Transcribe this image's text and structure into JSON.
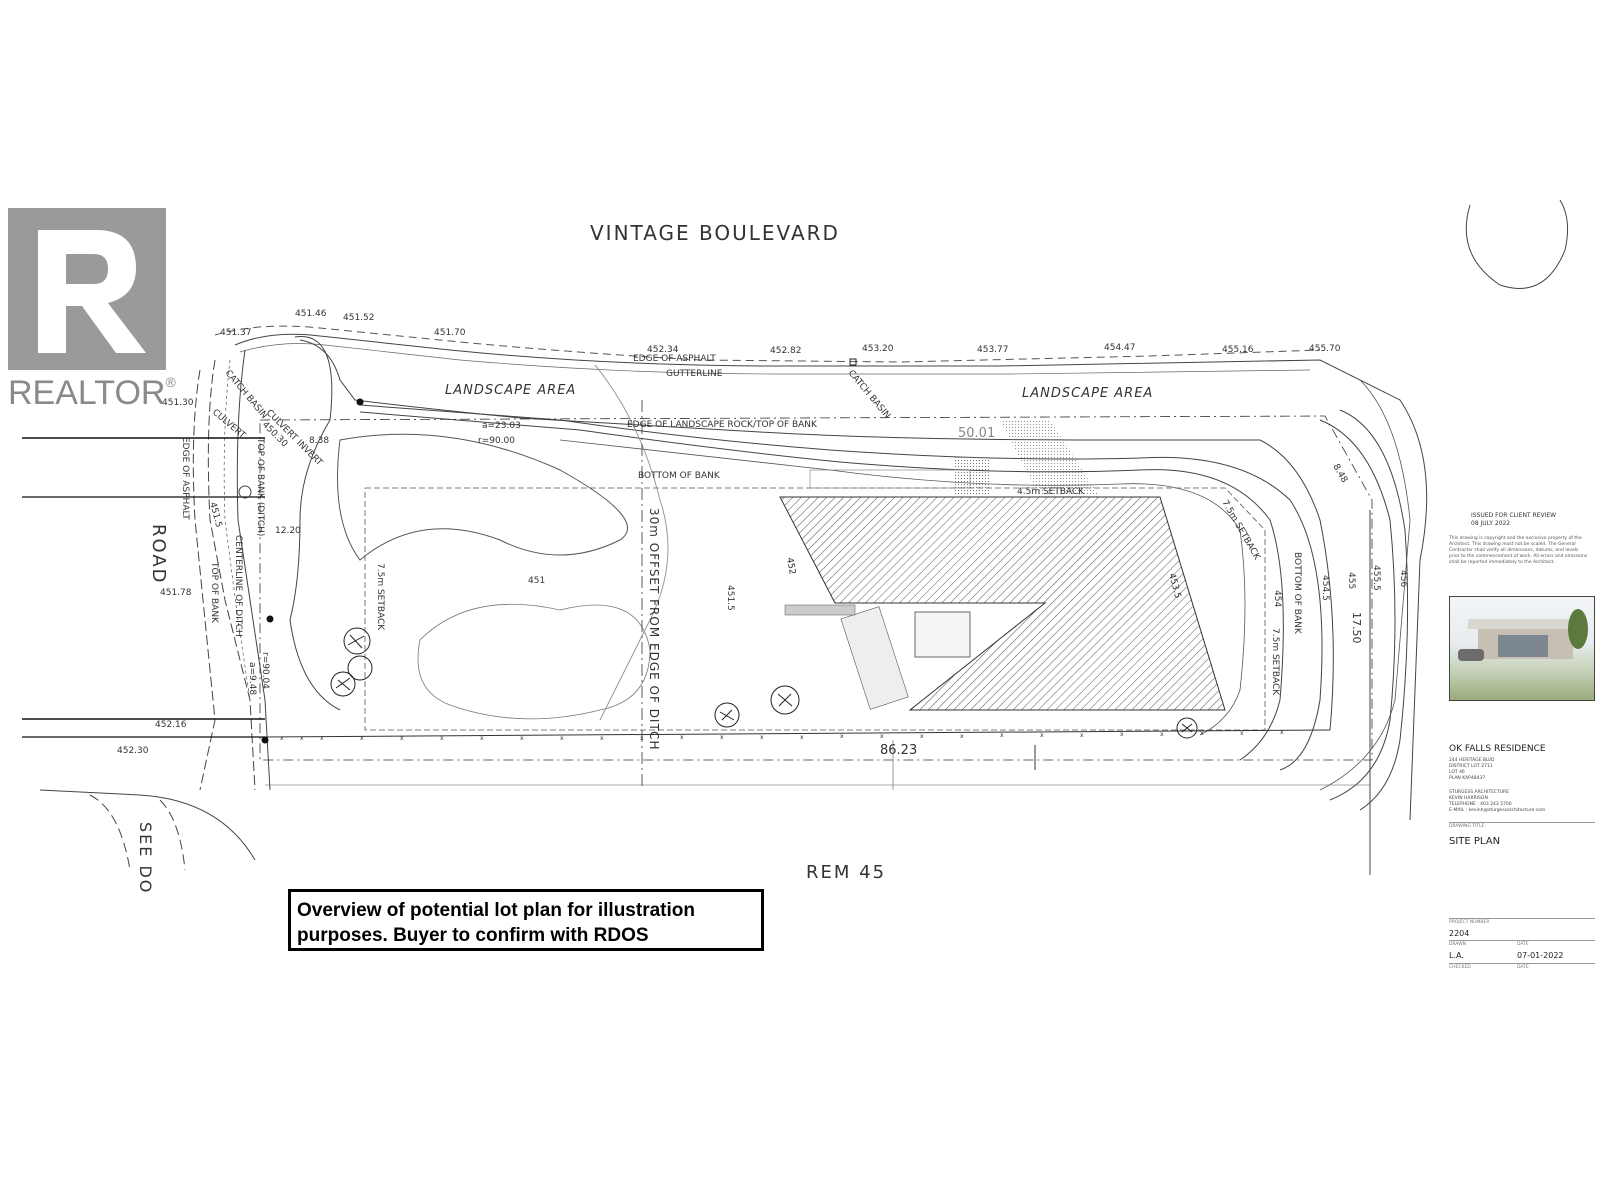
{
  "street_name": "VINTAGE BOULEVARD",
  "road_name": "ROAD",
  "parcel_south": "REM 45",
  "see_note": "SEE DO",
  "logo": {
    "text": "REALTOR",
    "registered": "®",
    "color": "#9a9a9a"
  },
  "elevations_top": [
    "451.37",
    "451.46",
    "451.52",
    "451.70",
    "452.34",
    "452.82",
    "453.20",
    "453.77",
    "454.47",
    "455.16",
    "455.70"
  ],
  "elevations_left": [
    "451.30",
    "451.5",
    "451.78",
    "452.16",
    "452.30"
  ],
  "contours": [
    "451",
    "451.5",
    "452",
    "453.5",
    "454",
    "454.5",
    "455",
    "455.5",
    "456"
  ],
  "labels": {
    "landscape_area_west": "LANDSCAPE AREA",
    "landscape_area_east": "LANDSCAPE AREA",
    "edge_of_asphalt_top": "EDGE OF ASPHALT",
    "gutterline": "GUTTERLINE",
    "catch_basin_1": "CATCH BASIN",
    "catch_basin_2": "CATCH BASIN",
    "edge_landscape_rock": "EDGE OF LANDSCAPE ROCK/TOP OF BANK",
    "bottom_of_bank_1": "BOTTOM OF BANK",
    "bottom_of_bank_2": "BOTTOM OF BANK",
    "offset_30m": "30m OFFSET FROM EDGE OF DITCH",
    "setback_45": "4.5m SETBACK",
    "setback_75_west": "7.5m SETBACK",
    "setback_75_east": "7.5m SETBACK",
    "setback_75_ne": "7.5m SETBACK",
    "culvert": "CULVERT",
    "culvert_invert": "CULVERT INVERT",
    "invert_value": "450.30",
    "top_of_bank_ditch": "TOP OF BANK (DITCH)",
    "centerline_of_ditch": "CENTERLINE OF DITCH",
    "top_of_bank": "TOP OF BANK",
    "edge_of_asphalt_left": "EDGE OF ASPHALT"
  },
  "dimensions": {
    "a_2303": "a=23.03",
    "r_9000": "r=90.00",
    "d_838": "8.38",
    "d_1220": "12.20",
    "a_948": "a=9.48",
    "r_9004": "r=90.04",
    "d_8623": "86.23",
    "d_5001": "50.01",
    "d_848": "8.48",
    "d_1750": "17.50"
  },
  "note": "Overview of potential lot plan for illustration purposes.  Buyer to confirm with RDOS",
  "title_block": {
    "issued": "ISSUED FOR CLIENT REVIEW",
    "issued_date": "08 JULY 2022",
    "copyright": "This drawing is copyright and the exclusive property of the Architect. This drawing must not be scaled. The General Contractor shall verify all dimensions, datums, and levels prior to the commencement of work. All errors and omissions shall be reported immediately to the Architect.",
    "project_name": "OK FALLS RESIDENCE",
    "address_lines": [
      "244 HERITAGE BLVD",
      "DISTRICT LOT 2711",
      "LOT 46",
      "PLAN KAP48437"
    ],
    "architect_lines": [
      "STURGESS ARCHITECTURE",
      "KEVIN HARRISON",
      "TELEPHONE : 403 243 5700",
      "E-MAIL : kevinh@sturgessarchitecture.com"
    ],
    "drawing_title_label": "DRAWING TITLE",
    "drawing_title": "SITE PLAN",
    "project_number_label": "PROJECT NUMBER",
    "project_number": "2204",
    "drawn_label": "DRAWN",
    "drawn": "L.A.",
    "date_label": "DATE",
    "date": "07-01-2022",
    "checked_label": "CHECKED",
    "date_label_2": "DATE"
  }
}
